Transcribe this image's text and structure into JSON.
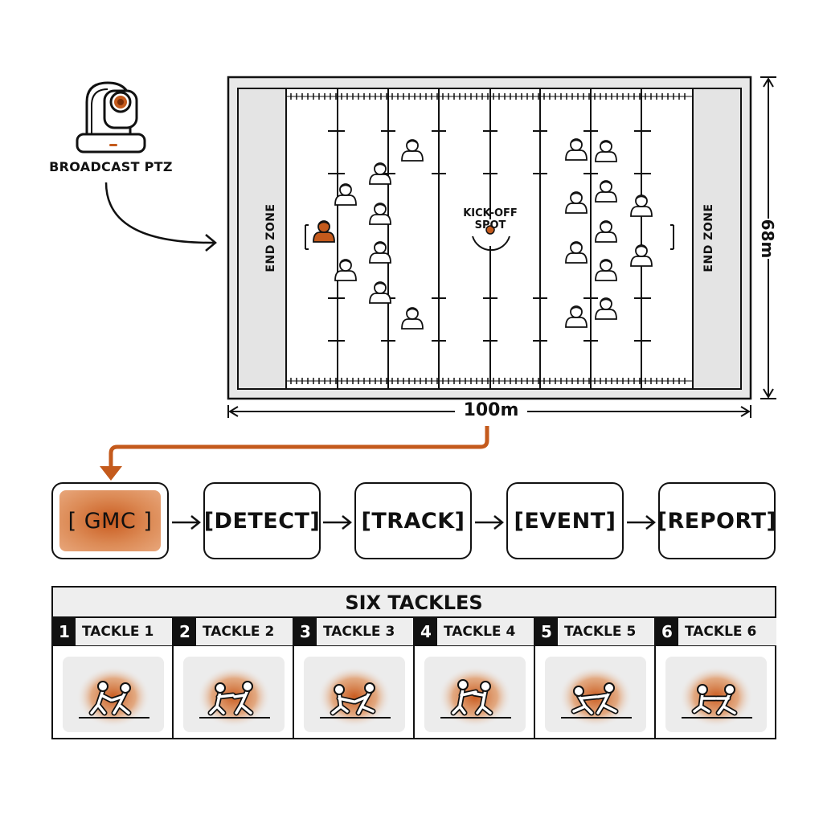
{
  "camera": {
    "label": "BROADCAST PTZ",
    "icon": "ptz-camera-icon"
  },
  "field": {
    "width_label": "100m",
    "height_label": "68m",
    "left_endzone": "END ZONE",
    "right_endzone": "END ZONE",
    "kickoff_label_line1": "KICK-OFF",
    "kickoff_label_line2": "SPOT"
  },
  "pipeline": {
    "stages": [
      {
        "label": "[ GMC ]",
        "active": true
      },
      {
        "label": "[DETECT]",
        "active": false
      },
      {
        "label": "[TRACK]",
        "active": false
      },
      {
        "label": "[EVENT]",
        "active": false
      },
      {
        "label": "[REPORT]",
        "active": false
      }
    ]
  },
  "tackles": {
    "title": "SIX TACKLES",
    "items": [
      {
        "num": "1",
        "label": "TACKLE 1"
      },
      {
        "num": "2",
        "label": "TACKLE 2"
      },
      {
        "num": "3",
        "label": "TACKLE 3"
      },
      {
        "num": "4",
        "label": "TACKLE 4"
      },
      {
        "num": "5",
        "label": "TACKLE 5"
      },
      {
        "num": "6",
        "label": "TACKLE 6"
      }
    ]
  },
  "colors": {
    "accent": "#c45a1c",
    "line": "#111111",
    "endzone": "#e4e4e4",
    "panel": "#eeeeee"
  }
}
